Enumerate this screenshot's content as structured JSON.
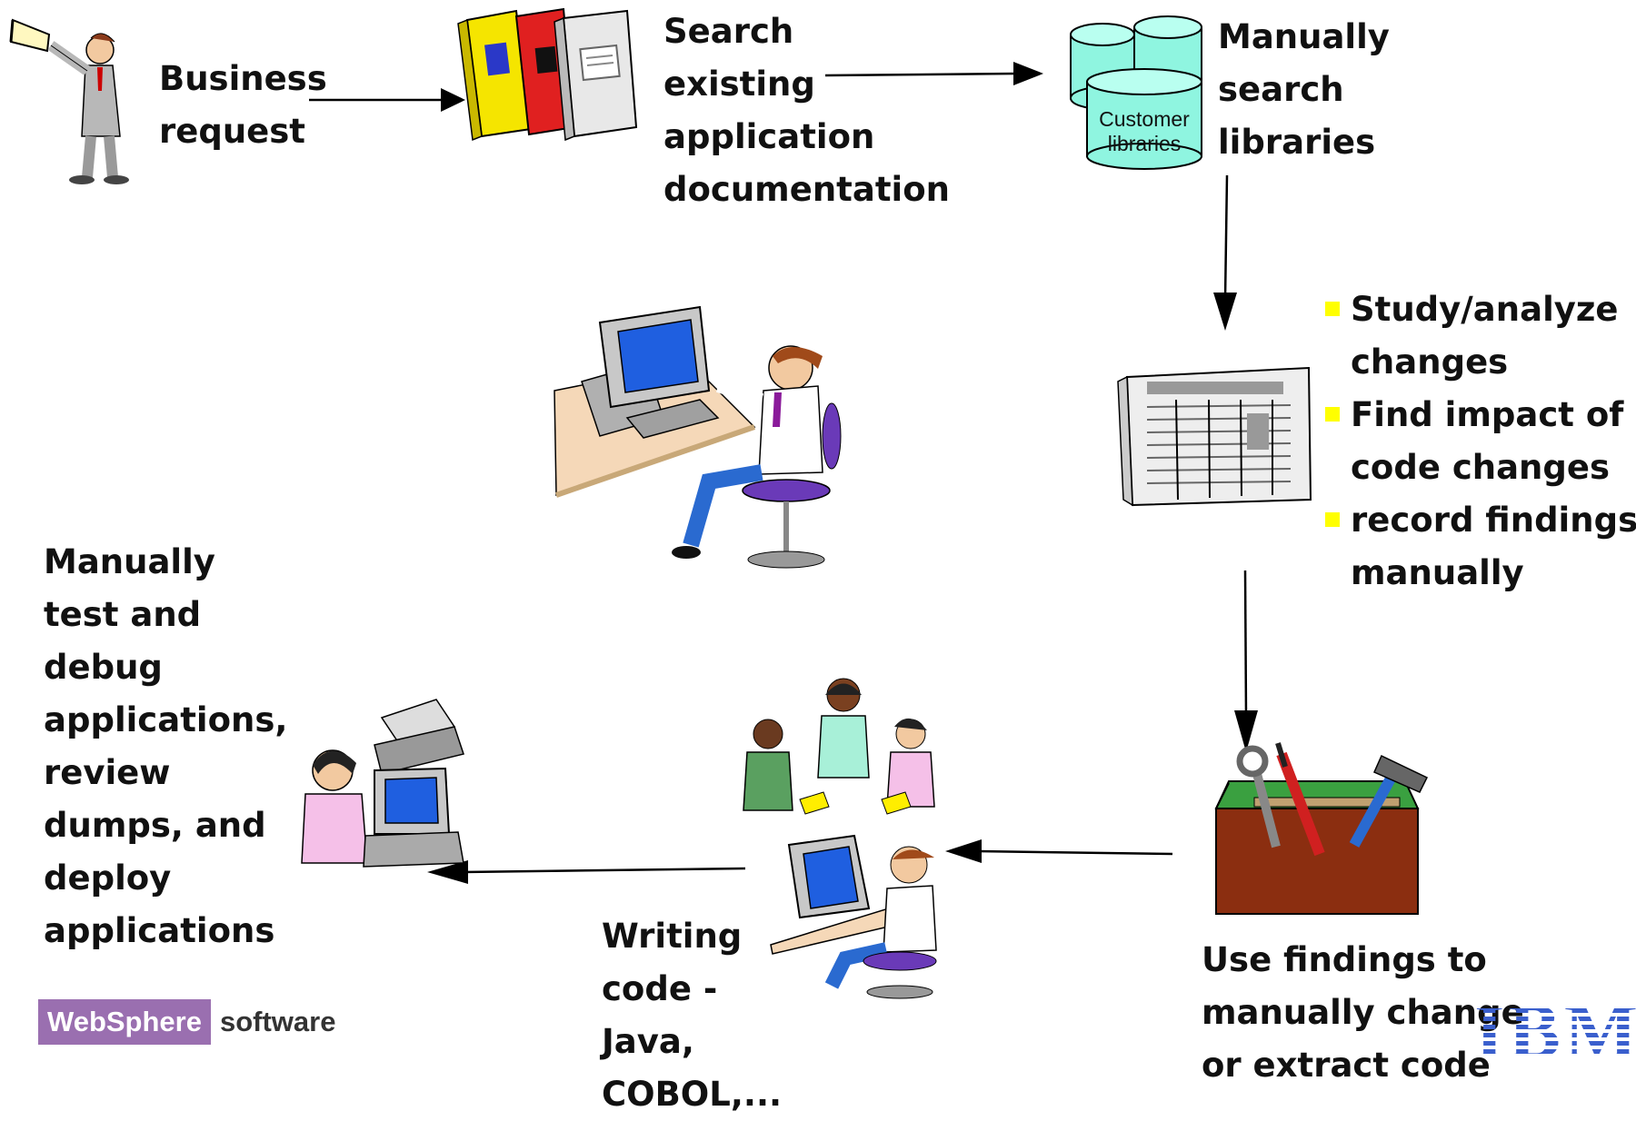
{
  "labels": {
    "business_request": "Business\nrequest",
    "search_docs": "Search\nexisting\napplication\ndocumentation",
    "search_libraries": "Manually\nsearch\nlibraries",
    "customer_libraries": "Customer\nlibraries",
    "use_findings": "Use findings to\nmanually change\nor extract code",
    "writing_code": "Writing\ncode -\nJava,\nCOBOL,...",
    "test_debug": "Manually\ntest and\ndebug\napplications,\nreview\ndumps, and\ndeploy\napplications"
  },
  "bullets": [
    {
      "text": "Study/analyze\nchanges"
    },
    {
      "text": "Find impact of\ncode changes"
    },
    {
      "text": "record findings\nmanually"
    }
  ],
  "branding": {
    "websphere": "WebSphere",
    "software": "software",
    "ibm": "IBM"
  },
  "colors": {
    "bullet": "#ffff00",
    "database": "#8ff5e0",
    "websphere": "#9a6fb0",
    "ibm": "#3a5fcd",
    "arrow": "#000000"
  }
}
